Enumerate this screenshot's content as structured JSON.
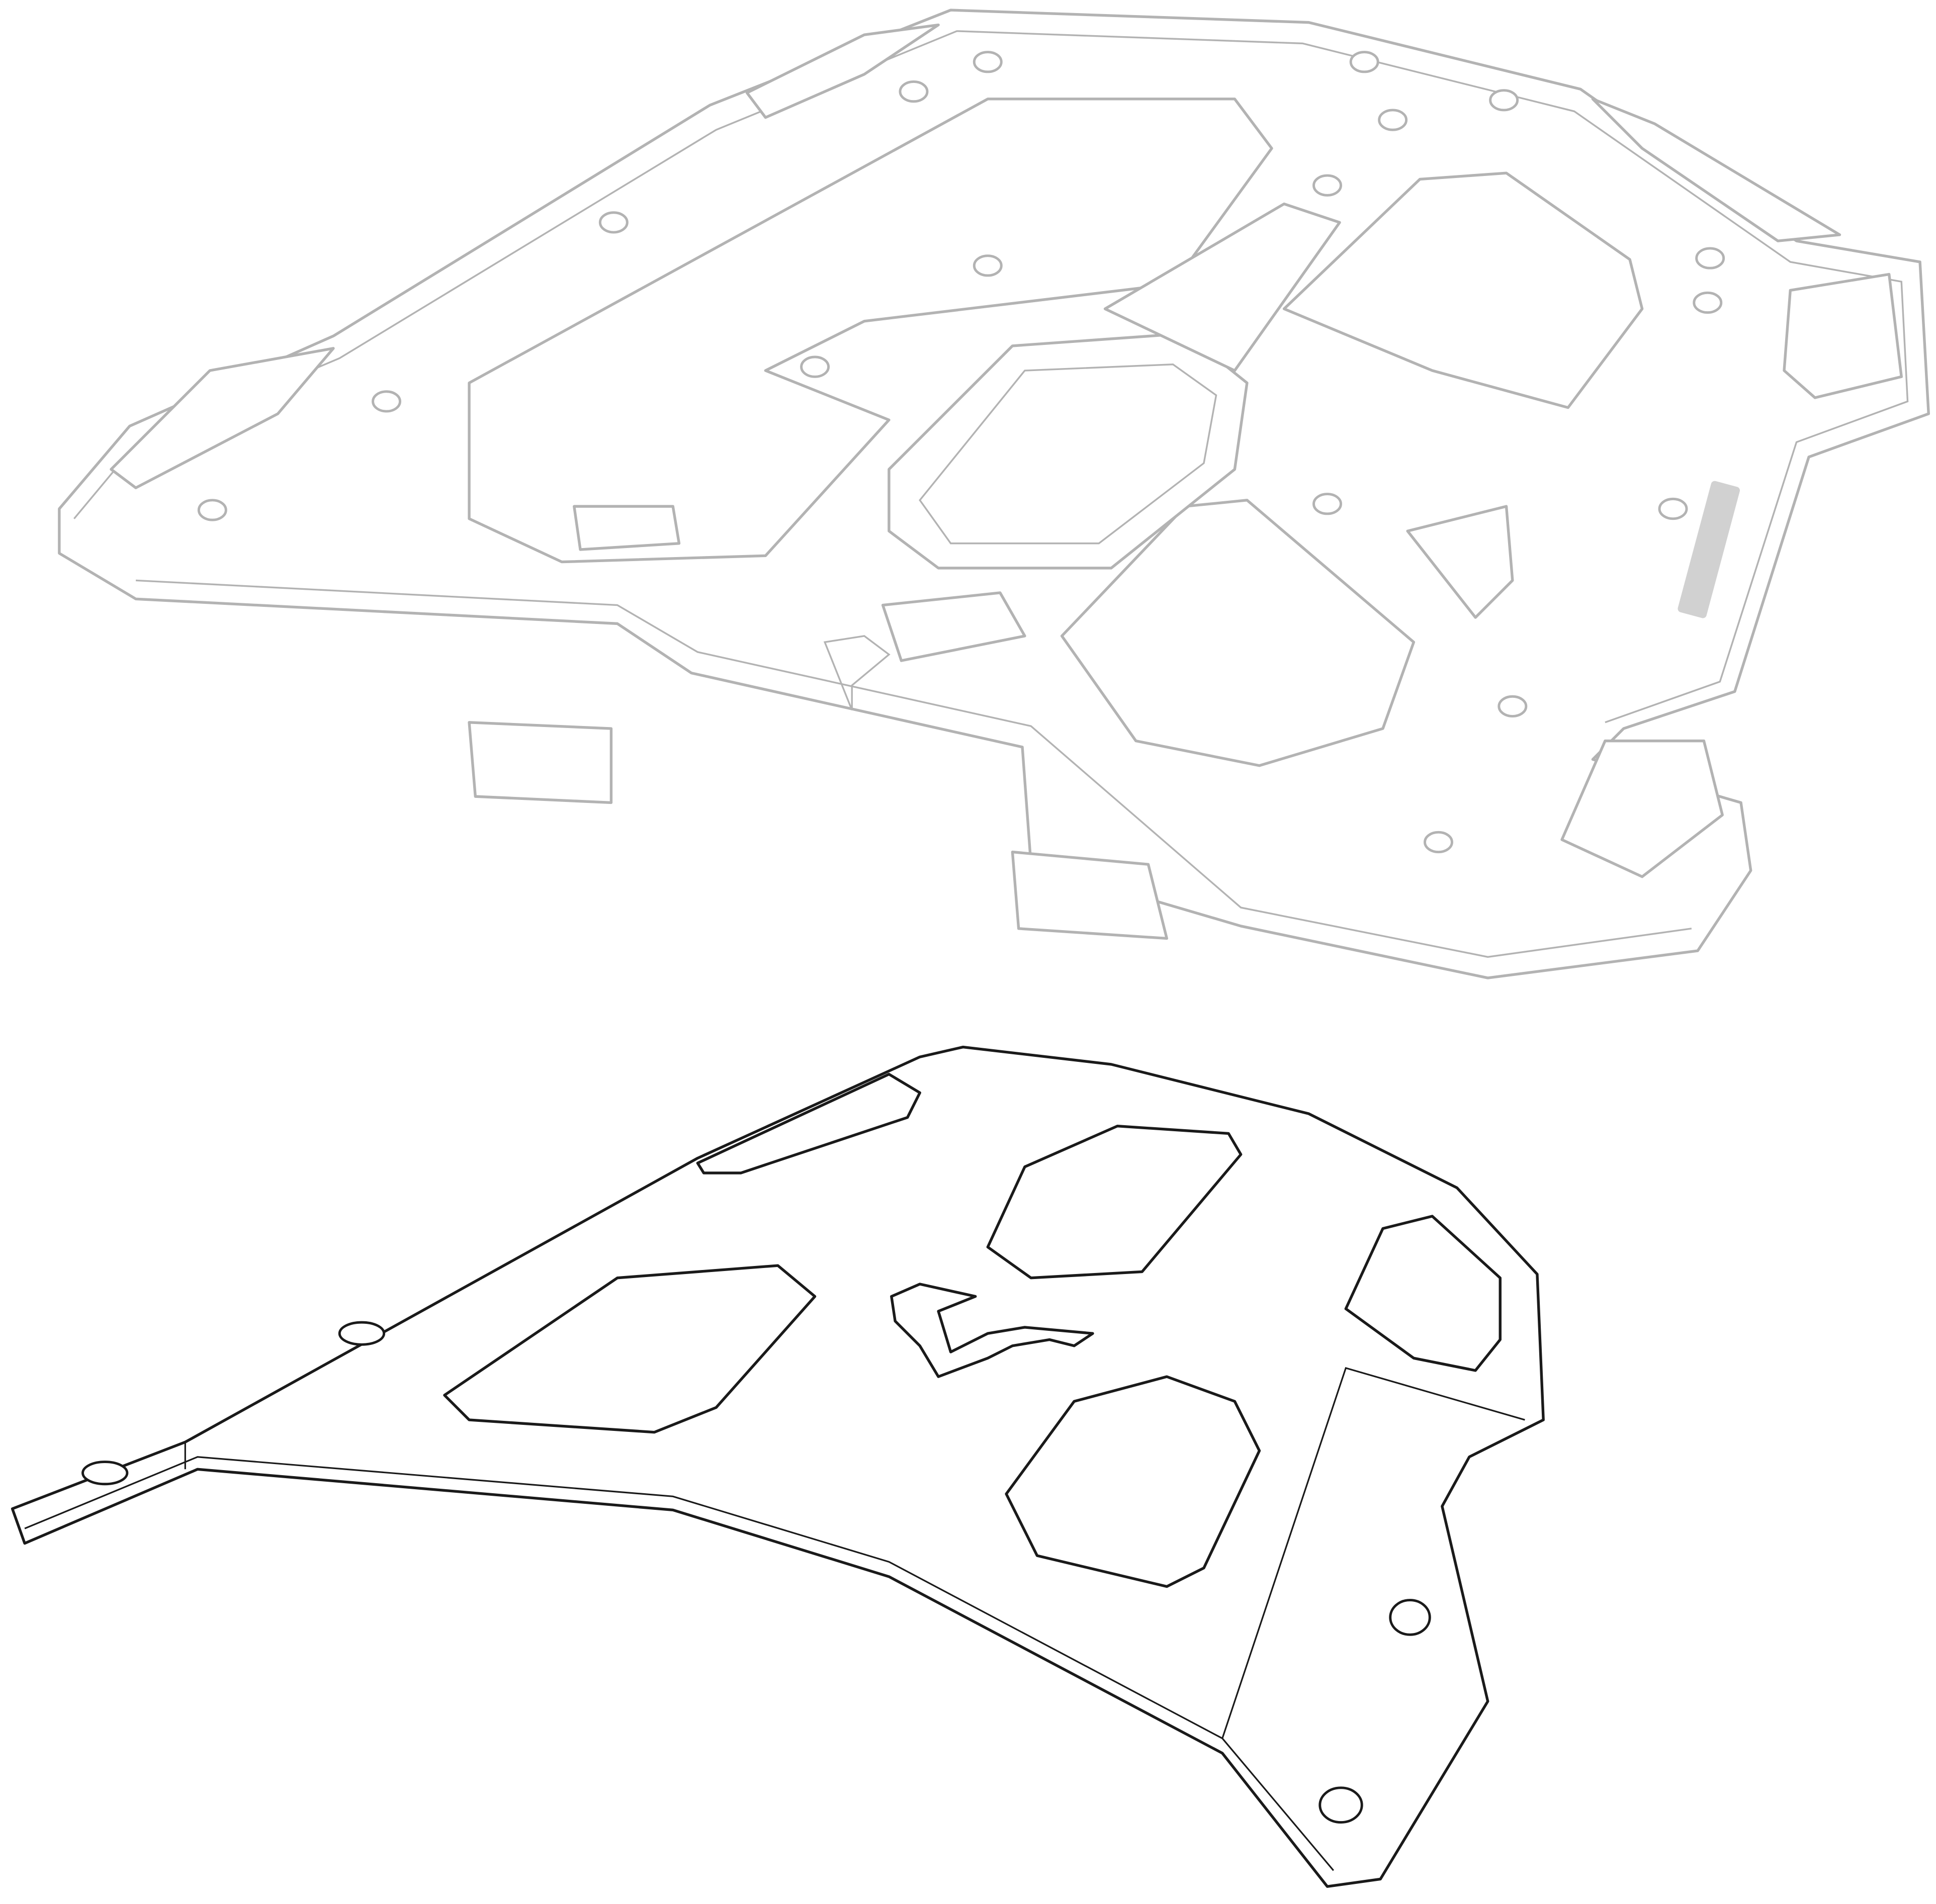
{
  "colors": {
    "top_plate_line": "#b3b3b3",
    "bottom_plate_line": "#1a1a1a",
    "background": "#ffffff"
  },
  "parts": [
    {
      "id": "top-case-adapter-plate",
      "style": "grey outline"
    },
    {
      "id": "mounting-bracket-plate",
      "style": "black outline"
    }
  ]
}
